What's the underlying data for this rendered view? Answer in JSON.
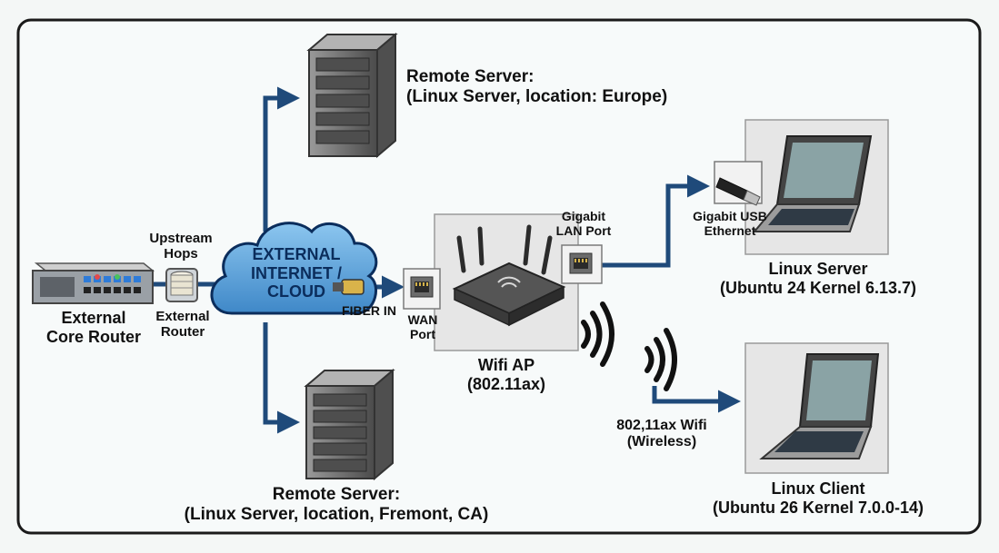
{
  "nodes": {
    "core_router": {
      "line1": "External",
      "line2": "Core Router"
    },
    "upstream": {
      "line1": "Upstream",
      "line2": "Hops"
    },
    "ext_router": {
      "line1": "External",
      "line2": "Router"
    },
    "cloud": {
      "line1": "EXTERNAL",
      "line2": "INTERNET /",
      "line3": "CLOUD"
    },
    "fiber": {
      "label": "FIBER IN"
    },
    "wan": {
      "line1": "WAN",
      "line2": "Port"
    },
    "lan": {
      "line1": "Gigabit",
      "line2": "LAN Port"
    },
    "wifi_ap": {
      "line1": "Wifi AP",
      "line2": "(802.11ax)"
    },
    "usb": {
      "line1": "Gigabit USB",
      "line2": "Ethernet"
    },
    "remote_eu": {
      "line1": "Remote Server:",
      "line2": "(Linux Server, location: Europe)"
    },
    "remote_us": {
      "line1": "Remote Server:",
      "line2": "(Linux Server, location, Fremont, CA)"
    },
    "linux_server": {
      "line1": "Linux Server",
      "line2": "(Ubuntu 24 Kernel 6.13.7)"
    },
    "wireless": {
      "line1": "802,11ax Wifi",
      "line2": "(Wireless)"
    },
    "linux_client": {
      "line1": "Linux Client",
      "line2": "(Ubuntu 26 Kernel 7.0.0-14)"
    }
  },
  "colors": {
    "line": "#1f4a7a",
    "cloud": "#5fa5dc",
    "frame": "#1a1a1a",
    "box_bg": "#ececec",
    "server": "#6f6f6f"
  }
}
